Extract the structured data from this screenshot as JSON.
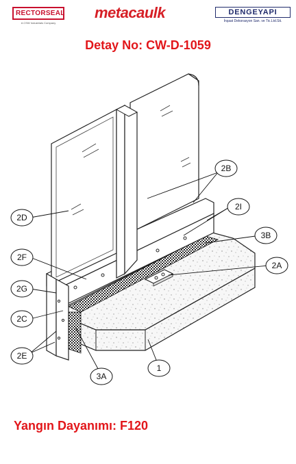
{
  "header": {
    "logo_left": "RECTORSEAL",
    "logo_left_sub": "A CSW Industrials Company",
    "logo_center": "metacaulk",
    "logo_right": "DENGEYAPI",
    "logo_right_sub": "İnşaat Dekorasyon San. ve Tic.Ltd.Sti."
  },
  "detail_no": "Detay No: CW-D-1059",
  "fire_rating": "Yangın Dayanımı: F120",
  "callouts": {
    "c2B": "2B",
    "c2D": "2D",
    "c2I": "2I",
    "c3B": "3B",
    "c2F": "2F",
    "c2A": "2A",
    "c2G": "2G",
    "c2C": "2C",
    "c2E": "2E",
    "c3A": "3A",
    "c1": "1"
  },
  "colors": {
    "accent_red": "#e2161a",
    "brand_blue": "#1f2a6b"
  }
}
